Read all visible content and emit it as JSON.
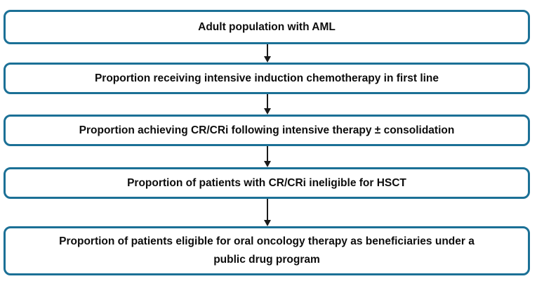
{
  "colors": {
    "box_border": "#1b7096",
    "box_background": "#ffffff",
    "text": "#0d0d0d",
    "arrow": "#1a1a1a",
    "page_background": "#ffffff"
  },
  "flowchart": {
    "description": "Patient flow funnel diagram, adult AML population",
    "steps": [
      {
        "lines": [
          "Adult population with AML"
        ]
      },
      {
        "lines": [
          "Proportion receiving intensive induction chemotherapy in first line"
        ]
      },
      {
        "lines": [
          "Proportion achieving CR/CRi following intensive therapy ± consolidation"
        ]
      },
      {
        "lines": [
          "Proportion of patients with CR/CRi ineligible for HSCT"
        ]
      },
      {
        "lines": [
          "Proportion of patients eligible for oral oncology therapy as beneficiaries under a",
          "public drug program"
        ]
      }
    ],
    "connector": "down-arrow"
  }
}
